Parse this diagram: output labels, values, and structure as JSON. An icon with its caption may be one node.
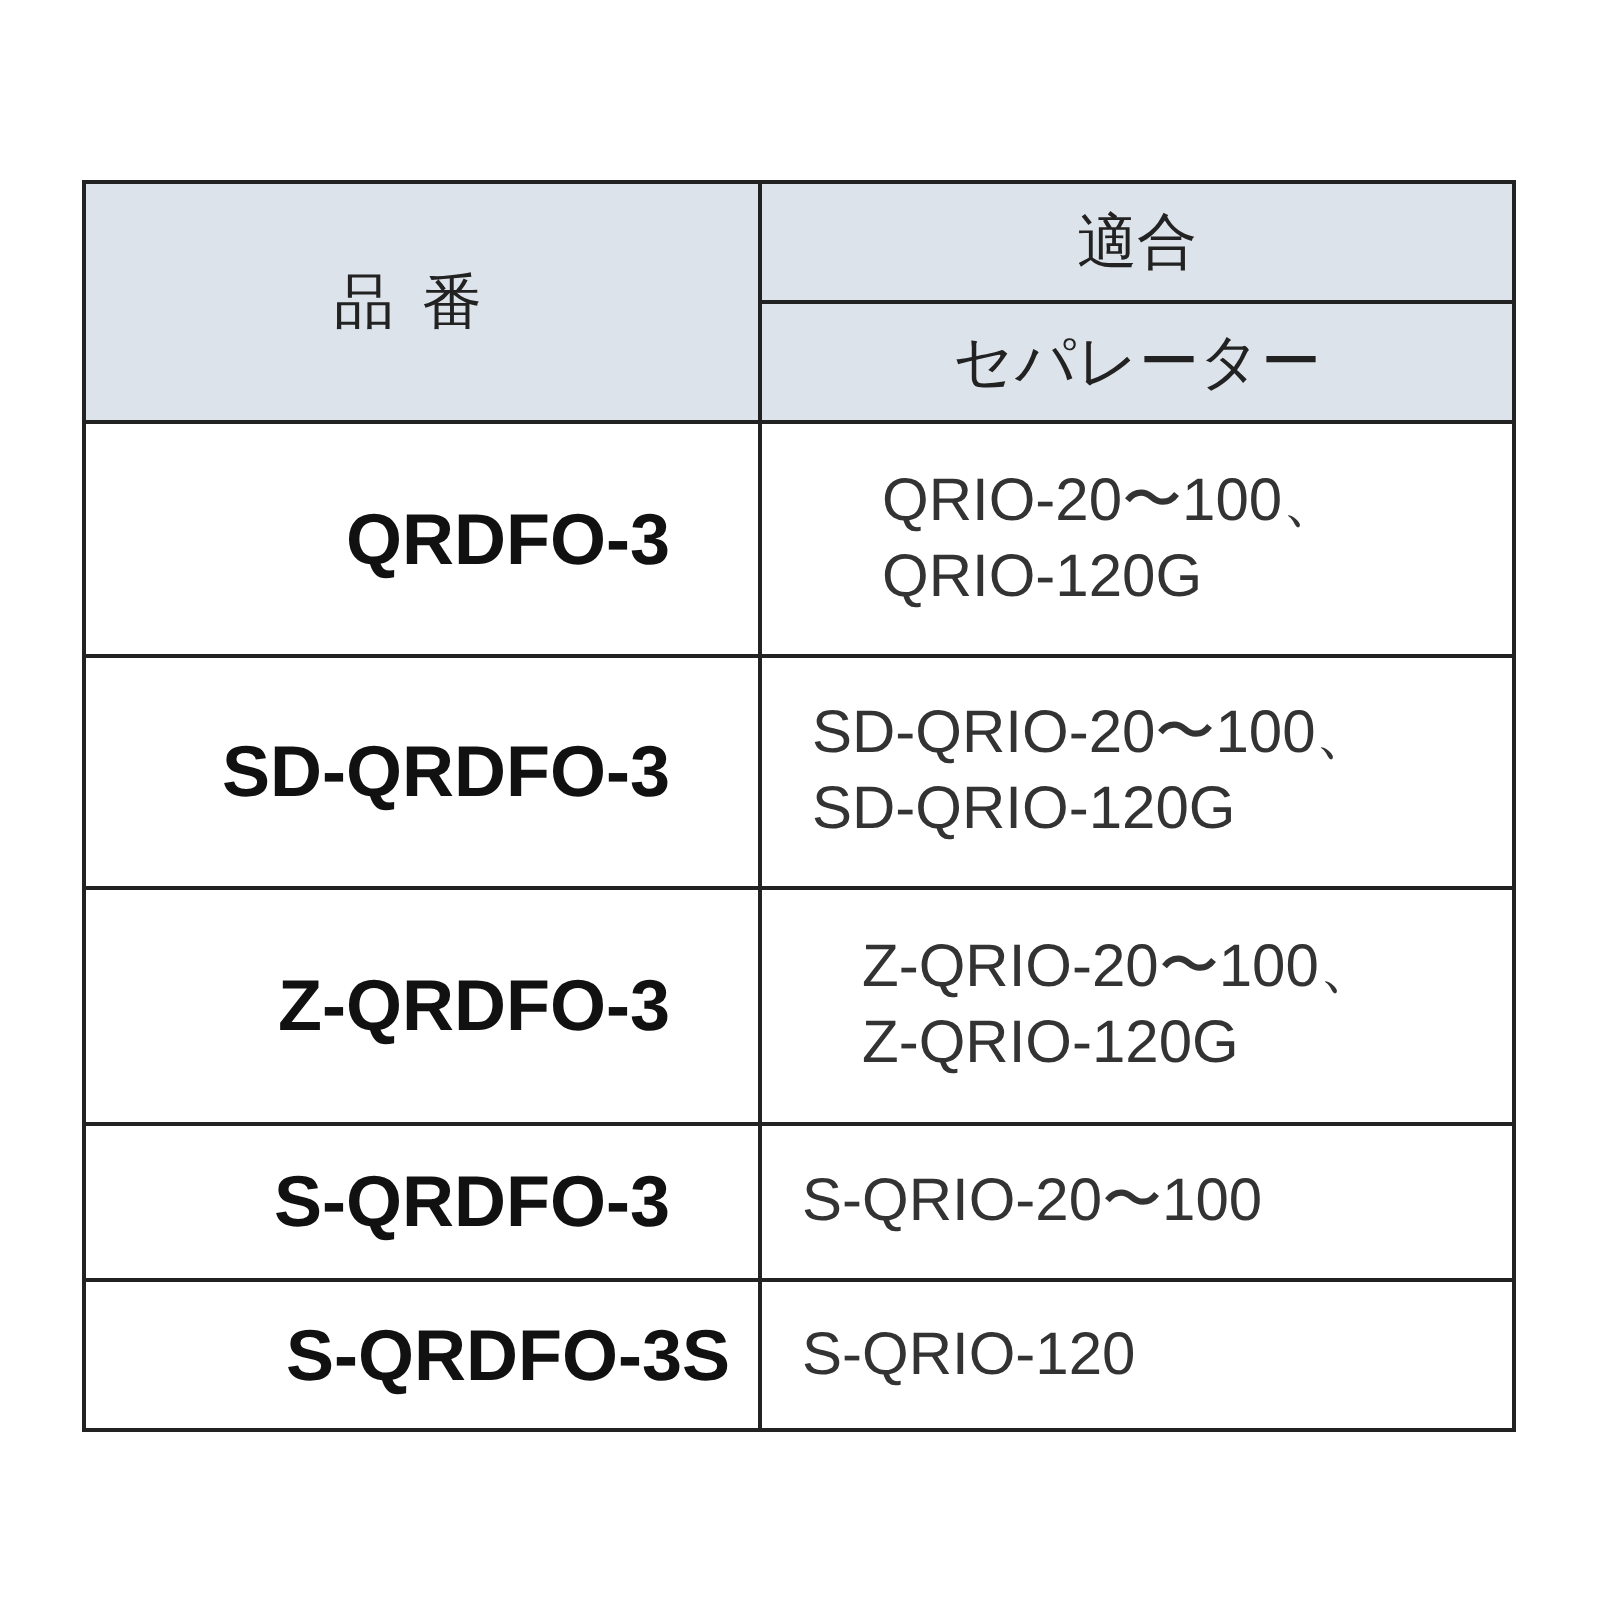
{
  "diagram": {
    "labels": [
      "品番",
      "適合",
      "セパレーター",
      "QRDFO-3",
      "QRIO-20〜100、 QRIO-120G",
      "SD-QRDFO-3",
      "SD-QRIO-20〜100、 SD-QRIO-120G",
      "Z-QRDFO-3",
      "Z-QRIO-20〜100、 Z-QRIO-120G",
      "S-QRDFO-3",
      "S-QRIO-20〜100",
      "S-QRDFO-3S",
      "S-QRIO-120"
    ]
  }
}
